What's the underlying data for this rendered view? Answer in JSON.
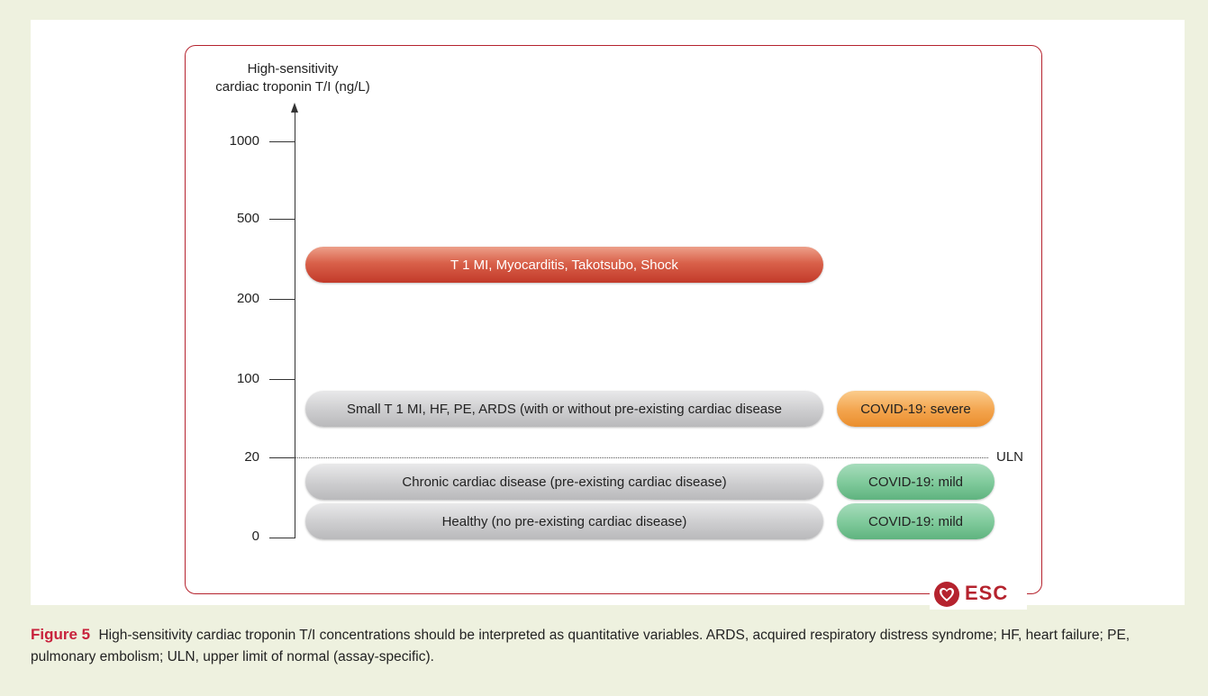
{
  "figure": {
    "axis_title_line1": "High-sensitivity",
    "axis_title_line2": "cardiac troponin T/I (ng/L)",
    "ticks": [
      "1000",
      "500",
      "200",
      "100",
      "20",
      "0"
    ],
    "uln_label": "ULN",
    "bars": {
      "t1mi": "T 1 MI, Myocarditis, Takotsubo, Shock",
      "small_t1mi": "Small T 1 MI, HF, PE, ARDS (with or without pre-existing cardiac disease",
      "covid_severe": "COVID-19: severe",
      "chronic": "Chronic cardiac disease (pre-existing cardiac disease)",
      "covid_mild_1": "COVID-19: mild",
      "healthy": "Healthy (no pre-existing cardiac disease)",
      "covid_mild_2": "COVID-19: mild"
    },
    "logo_text": "ESC",
    "colors": {
      "frame": "#b5232e",
      "red_bar": "#d9614a",
      "grey_bar": "#cdcdcf",
      "orange_bar": "#f3a44d",
      "green_bar": "#7ec99a",
      "caption_label": "#c8223c",
      "background": "#eef1df"
    }
  },
  "caption": {
    "label": "Figure 5",
    "text": "High-sensitivity cardiac troponin T/I concentrations should be interpreted as quantitative variables. ARDS, acquired respiratory distress syndrome; HF, heart failure; PE, pulmonary embolism; ULN, upper limit of normal (assay-specific)."
  }
}
